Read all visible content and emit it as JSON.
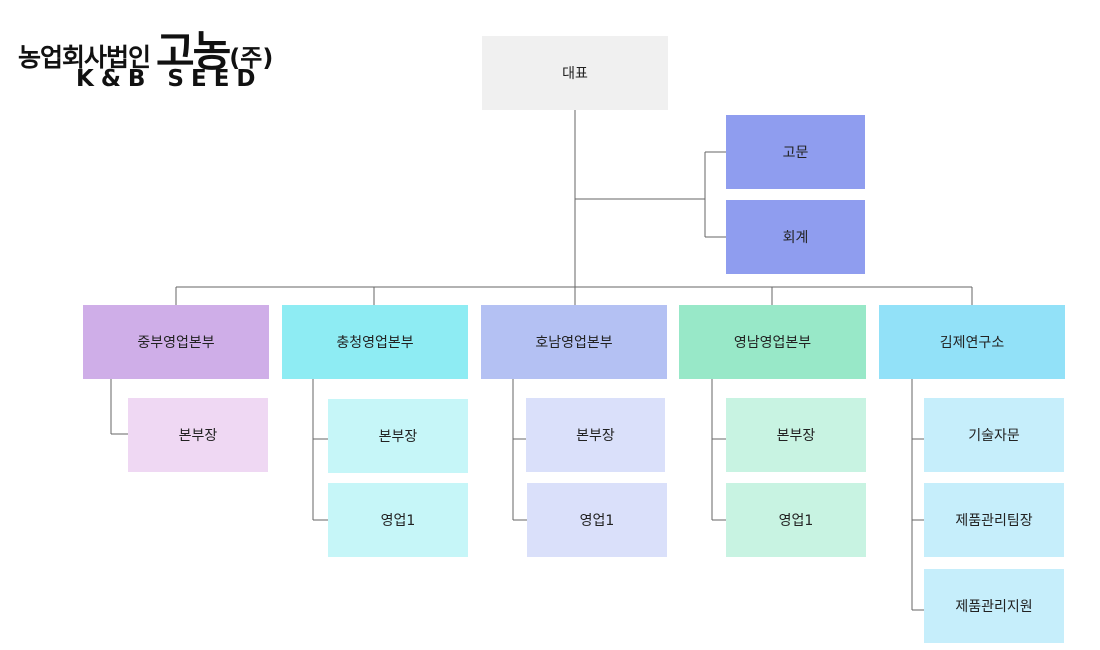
{
  "logo": {
    "prefix": "농업회사법인",
    "brand": "고농",
    "suffix": "(주)",
    "english": "K&B SEED"
  },
  "org": {
    "ceo": "대표",
    "staff": [
      "고문",
      "회계"
    ],
    "divisions": [
      {
        "label": "중부영업본부",
        "children": [
          "본부장"
        ]
      },
      {
        "label": "충청영업본부",
        "children": [
          "본부장",
          "영업1"
        ]
      },
      {
        "label": "호남영업본부",
        "children": [
          "본부장",
          "영업1"
        ]
      },
      {
        "label": "영남영업본부",
        "children": [
          "본부장",
          "영업1"
        ]
      },
      {
        "label": "김제연구소",
        "children": [
          "기술자문",
          "제품관리팀장",
          "제품관리지원"
        ]
      }
    ]
  },
  "colors": {
    "ceo": "#f0f0f0",
    "staff": "#8f9def",
    "division_1": "#cfaee8",
    "division_1_child": "#efd8f3",
    "division_2": "#8eecf3",
    "division_2_child": "#c6f6f8",
    "division_3": "#b4c1f3",
    "division_3_child": "#dae0fa",
    "division_4": "#98e8c8",
    "division_4_child": "#c8f3e2",
    "division_5": "#92e1f8",
    "division_5_child": "#c6eefb",
    "connector": "#666666"
  }
}
